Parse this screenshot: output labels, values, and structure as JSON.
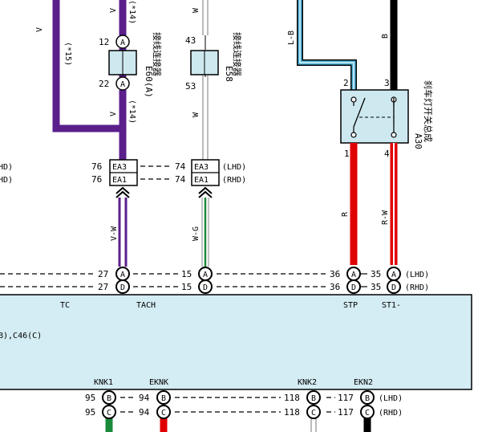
{
  "wires": {
    "left_v": "V",
    "left_v_note": "(*15)",
    "upper_v": "V",
    "upper_v_note": "(*14)",
    "mid_v": "V",
    "mid_v_note": "(*14)",
    "w_top": "W",
    "w_mid": "W",
    "lb": "L-B",
    "b": "B",
    "vw": "V-W",
    "wg": "W-G",
    "r": "R",
    "rw": "R-W"
  },
  "connectors": {
    "e60": {
      "code": "E60(A)",
      "name": "接线连接器",
      "pin_top": "12",
      "pin_bottom": "22",
      "letter_top": "A",
      "letter_bottom": "A"
    },
    "e58": {
      "code": "E58",
      "name": "接线连接器",
      "pin_top": "43",
      "pin_bottom": "53"
    },
    "a30": {
      "code": "A30",
      "name": "刹车灯开关总成",
      "pin1": "1",
      "pin2": "2",
      "pin3": "3",
      "pin4": "4"
    }
  },
  "ea_boxes": {
    "row1": {
      "left_num": "76",
      "left_label": "EA3",
      "right_num": "74",
      "right_label": "EA3",
      "note": "(LHD)"
    },
    "row2": {
      "left_num": "76",
      "left_label": "EA1",
      "right_num": "74",
      "right_label": "EA1",
      "note": "(RHD)"
    }
  },
  "left_cut": {
    "lhd": "HD)",
    "rhd": "HD)"
  },
  "upper_terminals": {
    "row1": {
      "p1": "27",
      "l1": "A",
      "p2": "15",
      "l2": "A",
      "p3": "36",
      "l3": "A",
      "p4": "35",
      "l4": "A",
      "note": "(LHD)"
    },
    "row2": {
      "p1": "27",
      "l1": "D",
      "p2": "15",
      "l2": "D",
      "p3": "36",
      "l3": "D",
      "p4": "35",
      "l4": "D",
      "note": "(RHD)"
    }
  },
  "ecu": {
    "labels": [
      "TC",
      "TACH",
      "STP",
      "ST1-",
      "KNK1",
      "EKNK",
      "KNK2",
      "EKN2"
    ],
    "part_text": "B),C46(C)"
  },
  "lower_terminals": {
    "row1": {
      "p1": "95",
      "l1": "B",
      "p2": "94",
      "l2": "B",
      "p3": "118",
      "l3": "B",
      "p4": "117",
      "l4": "B",
      "note": "(LHD)"
    },
    "row2": {
      "p1": "95",
      "l1": "C",
      "p2": "94",
      "l2": "C",
      "p3": "118",
      "l3": "C",
      "p4": "117",
      "l4": "C",
      "note": "(RHD)"
    }
  },
  "colors": {
    "violet": "#5b1f8c",
    "red": "#e00000",
    "green": "#1a8a3a",
    "light_blue": "#4bb3d8",
    "ecu_fill": "#d4ecf3",
    "connector_fill": "#cde8ef"
  }
}
